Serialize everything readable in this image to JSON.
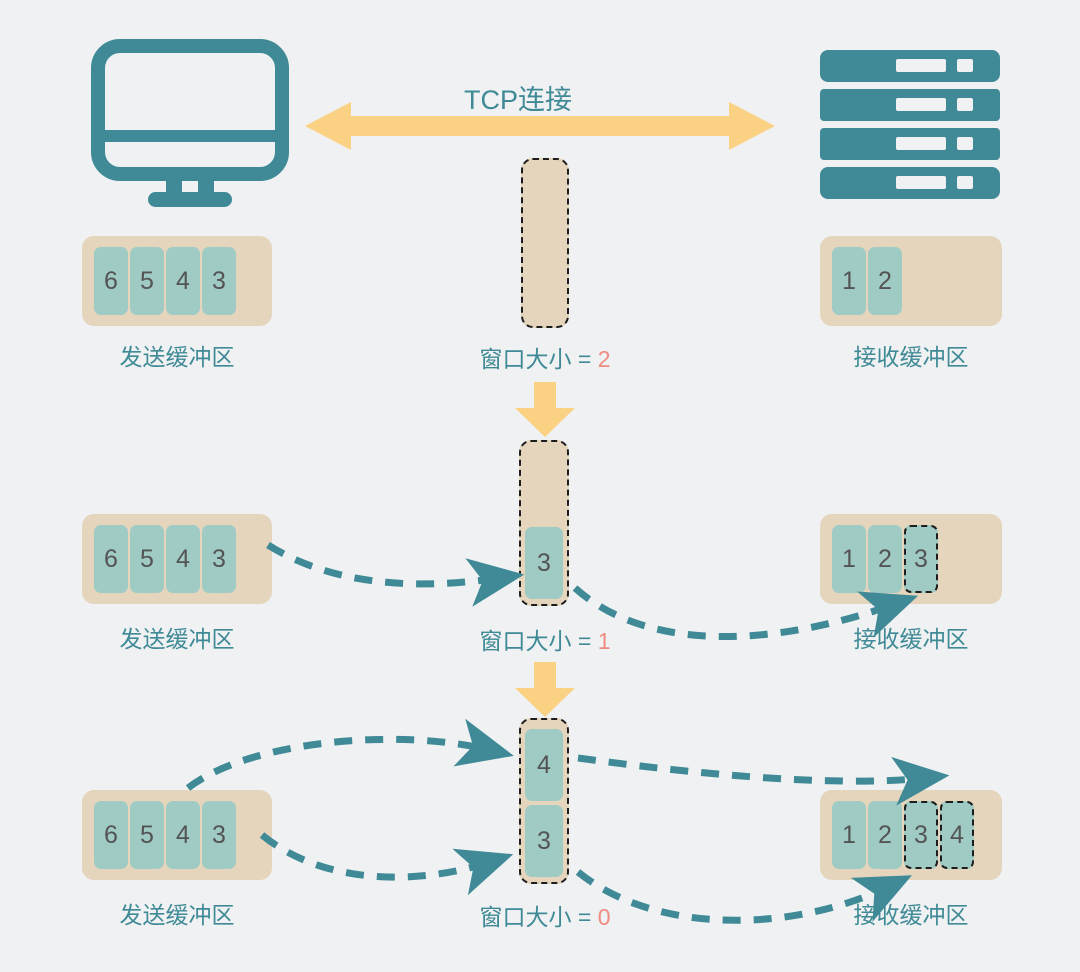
{
  "diagram": {
    "title_label": "TCP连接",
    "background_color": "#eff1f2",
    "accent_teal": "#3f8a96",
    "accent_yellow": "#fbd183",
    "cell_color": "#9fcbc4",
    "buffer_color": "#e6d5bd",
    "highlight_red": "#ef8b82"
  },
  "endpoints": {
    "client_icon": "monitor-icon",
    "server_icon": "server-rack-icon"
  },
  "labels": {
    "send_buffer": "发送缓冲区",
    "receive_buffer": "接收缓冲区",
    "window_size_prefix": "窗口大小 =",
    "tcp_connection": "TCP连接"
  },
  "stages": [
    {
      "id": "stage-1",
      "send_buffer": {
        "cells": [
          "6",
          "5",
          "4",
          "3"
        ],
        "empty_slots": 0
      },
      "window": {
        "size": "2",
        "occupied": []
      },
      "receive_buffer": {
        "filled": [
          "1",
          "2"
        ],
        "dashed": [],
        "empty_slots": 2
      }
    },
    {
      "id": "stage-2",
      "send_buffer": {
        "cells": [
          "6",
          "5",
          "4",
          "3"
        ],
        "empty_slots": 0
      },
      "window": {
        "size": "1",
        "occupied": [
          "3"
        ]
      },
      "receive_buffer": {
        "filled": [
          "1",
          "2"
        ],
        "dashed": [
          "3"
        ],
        "empty_slots": 1
      }
    },
    {
      "id": "stage-3",
      "send_buffer": {
        "cells": [
          "6",
          "5",
          "4",
          "3"
        ],
        "empty_slots": 0
      },
      "window": {
        "size": "0",
        "occupied": [
          "4",
          "3"
        ]
      },
      "receive_buffer": {
        "filled": [
          "1",
          "2"
        ],
        "dashed": [
          "3",
          "4"
        ],
        "empty_slots": 0
      }
    }
  ]
}
